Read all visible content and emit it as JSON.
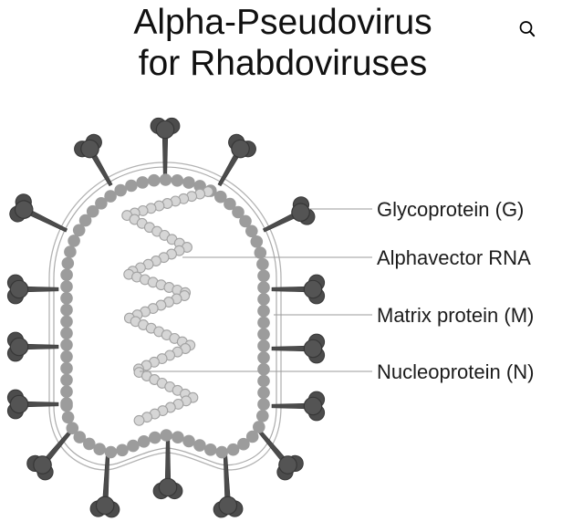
{
  "title": {
    "line1": "Alpha-Pseudovirus",
    "line2": "for Rhabdoviruses"
  },
  "header": {
    "search_icon": "search-icon"
  },
  "diagram": {
    "name": "Alpha-pseudovirus structural diagram for rhabdoviruses",
    "labels": [
      {
        "id": "glycoprotein",
        "text": "Glycoprotein (G)"
      },
      {
        "id": "alphavector_rna",
        "text": "Alphavector RNA"
      },
      {
        "id": "matrix_protein",
        "text": "Matrix protein (M)"
      },
      {
        "id": "nucleoprotein",
        "text": "Nucleoprotein (N)"
      }
    ]
  },
  "colors": {
    "background": "#ffffff",
    "title_text": "#111111",
    "label_text": "#1c1c1c",
    "leader_line": "#9b9b9b",
    "envelope_line_outer": "#b3b3b3",
    "envelope_line_inner": "#ababab",
    "matrix": "#9c9c9c",
    "bead_fill": "#d6d6d6",
    "bead_stroke": "#a2a2a2",
    "spike_fill": "#4c4c4c",
    "spike_front_fill": "#545454",
    "spike_stroke": "#373737",
    "icon": "#000000"
  }
}
